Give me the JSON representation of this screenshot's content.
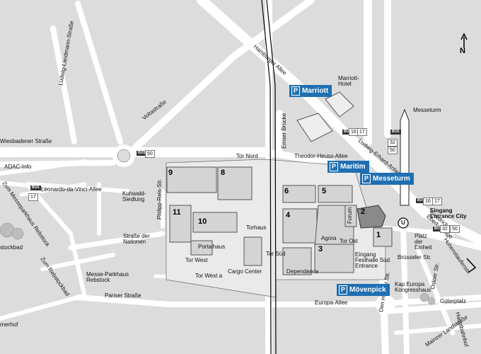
{
  "compass": {
    "label": "N"
  },
  "streets": {
    "ludwig_landmann": "Ludwig-Landmann-Straße",
    "voltastrasse": "Voltastraße",
    "hamburger_allee": "Hamburger Allee",
    "wiesbadener": "Wiesbadener Straße",
    "emser_bruecke": "Emser Brücke",
    "theodor_heuss": "Theodor-Heuss-Allee",
    "ludwig_erhard": "Ludwig-Erhard-Anlage",
    "leonardo": "Leonardo-da-Vinci-Allee",
    "philipp_reis": "Philipp-Reis-Str.",
    "zum_messeparkhaus": "Zum Messeparkhaus Rebstock",
    "zum_rebstockbad": "Zum Rebstockbad",
    "strasse_der_nationen": "Straße der Nationen",
    "pariser": "Pariser Straße",
    "europa_allee": "Europa-Allee",
    "den_haager": "Den Haager Str.",
    "bruesseler": "Brüsseler Str.",
    "osloer": "Osloer Str.",
    "friedrich_ebert": "Friedrich-Ebert-Anlage",
    "hohenstaufen": "Hohenstaufenstr.",
    "mainzer": "Mainzer Landstraße",
    "hauptbahnhof": "Hauptbahnhof"
  },
  "places": {
    "marriott_hotel": "Marriott-Hotel",
    "messeturm": "Messeturm",
    "tor_nord": "Tor Nord",
    "adac_info": "ADAC-Info",
    "kuhwald": "Kuhwald-Siedlung",
    "torhaus": "Torhaus",
    "forum": "Forum",
    "agora": "Agora",
    "tor_ost": "Tor Ost",
    "tor_sued": "Tor Süd",
    "portalhaus": "Portalhaus",
    "tor_west": "Tor West",
    "tor_west_a": "Tor West a",
    "cargo_center": "Cargo Center",
    "dependance": "Dependance",
    "messe_parkhaus": "Messe-Parkhaus Rebstock",
    "eingang_city": "Eingang Entrance City",
    "platz_der_einheit": "Platz der Einheit",
    "eingang_sued": "Eingang Festhalle Süd Entrance",
    "kap_europa": "Kap Europa Kongresshaus",
    "gueterplatz": "Güterplatz",
    "rnerhof": "rnerhof",
    "stockbad": "stockbad"
  },
  "halls": [
    "1",
    "2",
    "3",
    "4",
    "5",
    "6",
    "8",
    "9",
    "10",
    "11"
  ],
  "parking": {
    "marriott": "Marriott",
    "maritim": "Maritim",
    "messeturm": "Messeturm",
    "moevenpick": "Mövenpick",
    "icon": "P"
  },
  "bus": {
    "label": "BUS",
    "stop_nord": "50",
    "stop_ne_a": "16",
    "stop_ne_b": "17",
    "stop_ne2_a": "32",
    "stop_ne2_b": "50",
    "stop_west": "17",
    "stop_ost_a": "16",
    "stop_ost_b": "17",
    "stop_se_a": "32",
    "stop_se_b": "50"
  },
  "ubahn": {
    "label": "U"
  },
  "colors": {
    "background": "#dcdcdc",
    "road": "#ffffff",
    "parking": "#1f6fb2",
    "hall2": "#8a8a8a"
  }
}
